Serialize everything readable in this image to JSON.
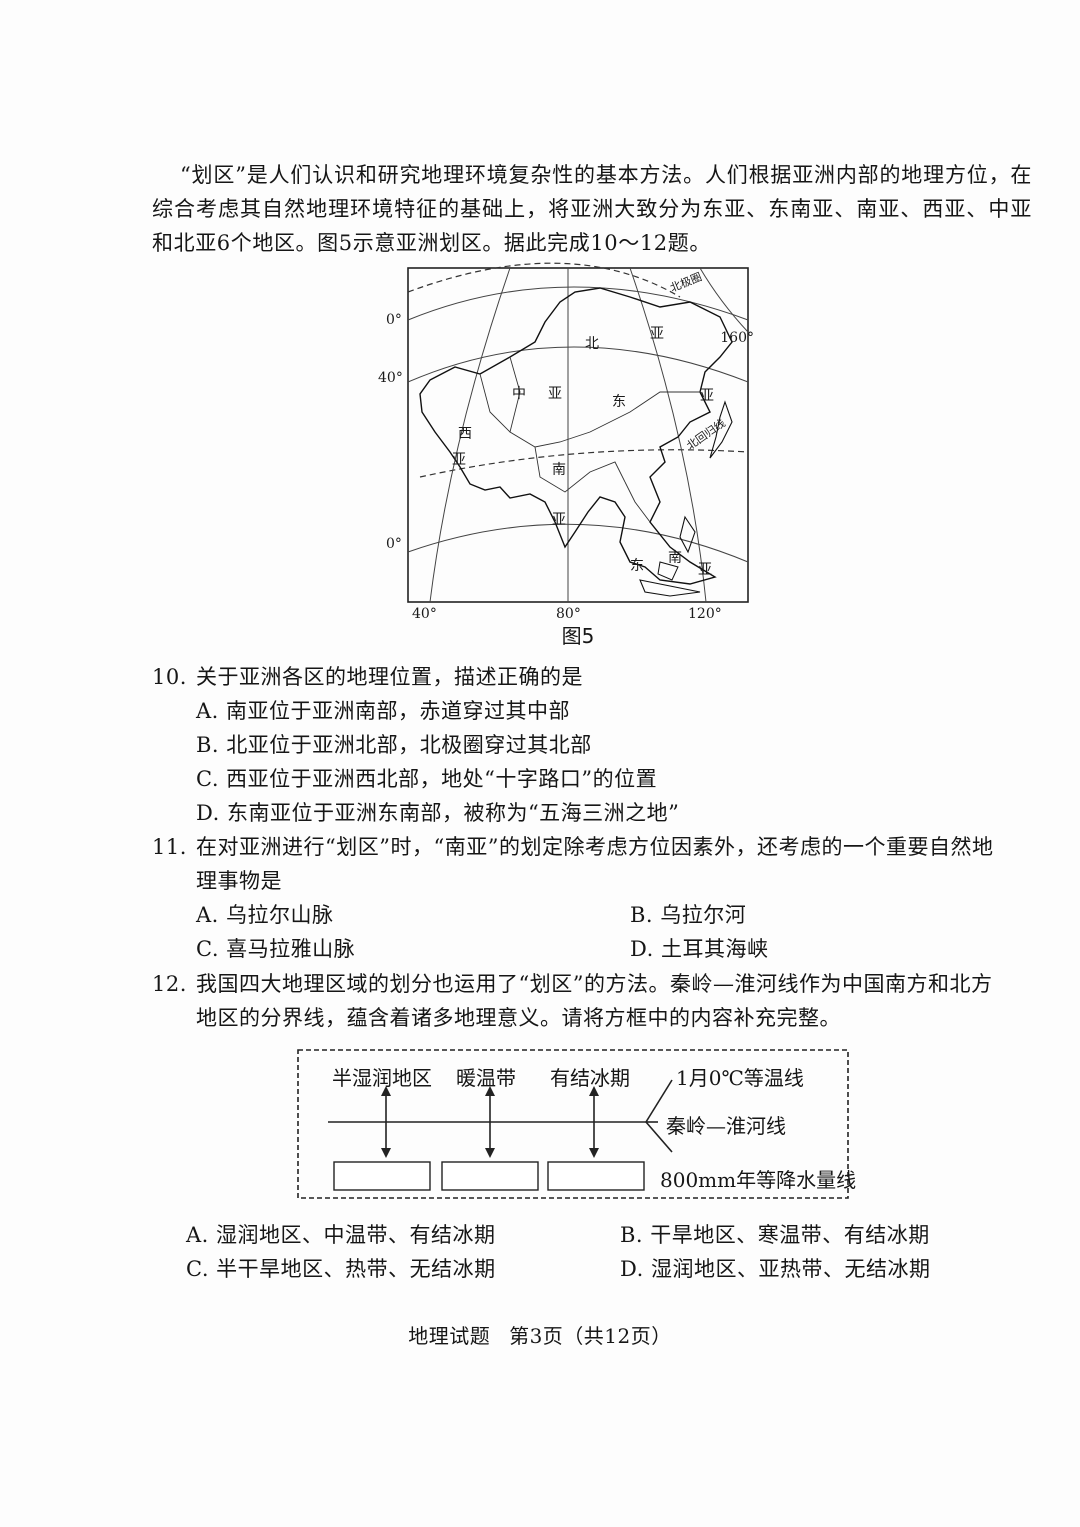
{
  "intro": {
    "text": "“划区”是人们认识和研究地理环境复杂性的基本方法。人们根据亚洲内部的地理方位，在综合考虑其自然地理环境特征的基础上，将亚洲大致分为东亚、东南亚、南亚、西亚、中亚和北亚6个地区。图5示意亚洲划区。据此完成10～12题。"
  },
  "map": {
    "caption": "图5",
    "lat_labels": [
      "0°",
      "40°",
      "0°"
    ],
    "lon_labels": [
      "40°",
      "80°",
      "120°",
      "160°"
    ],
    "region_chars": {
      "north": [
        "北",
        "亚"
      ],
      "central": [
        "中",
        "亚"
      ],
      "east": [
        "东",
        "亚"
      ],
      "west": [
        "西",
        "亚"
      ],
      "south": [
        "南",
        "亚"
      ],
      "southeast": [
        "东",
        "南",
        "亚"
      ]
    },
    "arctic_circle_label": "北极圈",
    "tropic_label": "北回归线"
  },
  "questions": [
    {
      "number": "10.",
      "stem": "关于亚洲各区的地理位置，描述正确的是",
      "options": {
        "A": "A. 南亚位于亚洲南部，赤道穿过其中部",
        "B": "B. 北亚位于亚洲北部，北极圈穿过其北部",
        "C": "C. 西亚位于亚洲西北部，地处“十字路口”的位置",
        "D": "D. 东南亚位于亚洲东南部，被称为“五海三洲之地”"
      }
    },
    {
      "number": "11.",
      "stem": "在对亚洲进行“划区”时，“南亚”的划定除考虑方位因素外，还考虑的一个重要自然地",
      "stem_cont": "理事物是",
      "options": {
        "A": "A. 乌拉尔山脉",
        "B": "B. 乌拉尔河",
        "C": "C. 喜马拉雅山脉",
        "D": "D. 土耳其海峡"
      }
    },
    {
      "number": "12.",
      "stem": "我国四大地理区域的划分也运用了“划区”的方法。秦岭—淮河线作为中国南方和北方",
      "stem_cont": "地区的分界线，蕴含着诸多地理意义。请将方框中的内容补充完整。",
      "options": {
        "A": "A. 湿润地区、中温带、有结冰期",
        "B": "B. 干旱地区、寒温带、有结冰期",
        "C": "C. 半干旱地区、热带、无结冰期",
        "D": "D. 湿润地区、亚热带、无结冰期"
      }
    }
  ],
  "diagram": {
    "top_labels": [
      "半湿润地区",
      "暖温带",
      "有结冰期"
    ],
    "right_labels": [
      "1月0℃等温线",
      "秦岭—淮河线",
      "800mm年等降水量线"
    ]
  },
  "footer": {
    "subject": "地理试题",
    "page": "第3页（共12页）"
  }
}
